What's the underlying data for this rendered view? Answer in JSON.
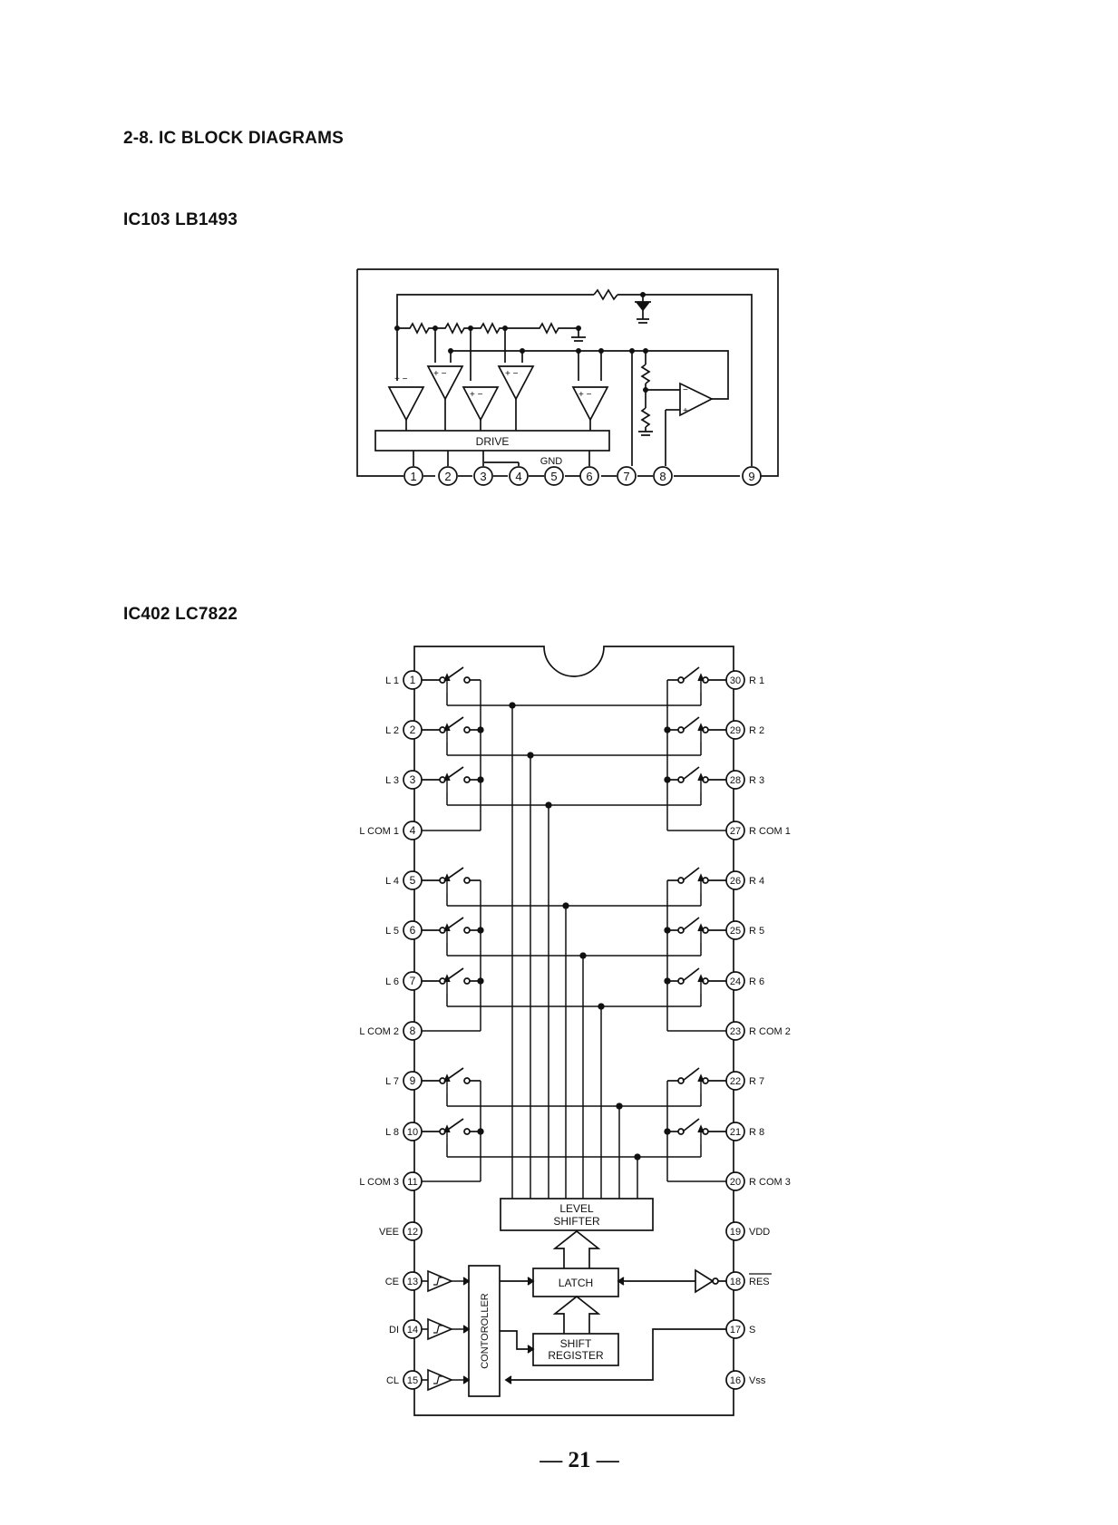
{
  "section_title": "2-8.   IC BLOCK DIAGRAMS",
  "ic103": {
    "title": "IC103  LB1493",
    "drive_label": "DRIVE",
    "gnd_label": "GND",
    "pins": [
      "1",
      "2",
      "3",
      "4",
      "5",
      "6",
      "7",
      "8",
      "9"
    ]
  },
  "ic402": {
    "title": "IC402  LC7822",
    "left_pins": [
      {
        "num": "1",
        "name": "L 1"
      },
      {
        "num": "2",
        "name": "L 2"
      },
      {
        "num": "3",
        "name": "L 3"
      },
      {
        "num": "4",
        "name": "L COM 1"
      },
      {
        "num": "5",
        "name": "L 4"
      },
      {
        "num": "6",
        "name": "L 5"
      },
      {
        "num": "7",
        "name": "L 6"
      },
      {
        "num": "8",
        "name": "L COM 2"
      },
      {
        "num": "9",
        "name": "L 7"
      },
      {
        "num": "10",
        "name": "L 8"
      },
      {
        "num": "11",
        "name": "L COM 3"
      },
      {
        "num": "12",
        "name": "VEE"
      },
      {
        "num": "13",
        "name": "CE"
      },
      {
        "num": "14",
        "name": "DI"
      },
      {
        "num": "15",
        "name": "CL"
      }
    ],
    "right_pins": [
      {
        "num": "30",
        "name": "R 1"
      },
      {
        "num": "29",
        "name": "R 2"
      },
      {
        "num": "28",
        "name": "R 3"
      },
      {
        "num": "27",
        "name": "R COM 1"
      },
      {
        "num": "26",
        "name": "R 4"
      },
      {
        "num": "25",
        "name": "R 5"
      },
      {
        "num": "24",
        "name": "R 6"
      },
      {
        "num": "23",
        "name": "R COM 2"
      },
      {
        "num": "22",
        "name": "R 7"
      },
      {
        "num": "21",
        "name": "R 8"
      },
      {
        "num": "20",
        "name": "R COM 3"
      },
      {
        "num": "19",
        "name": "VDD"
      },
      {
        "num": "18",
        "name": "RES"
      },
      {
        "num": "17",
        "name": "S"
      },
      {
        "num": "16",
        "name": "Vss"
      }
    ],
    "level_shifter_line1": "LEVEL",
    "level_shifter_line2": "SHIFTER",
    "latch_label": "LATCH",
    "shift_register_line1": "SHIFT",
    "shift_register_line2": "REGISTER",
    "controller_label": "CONTOROLLER"
  },
  "page_number": "— 21 —"
}
